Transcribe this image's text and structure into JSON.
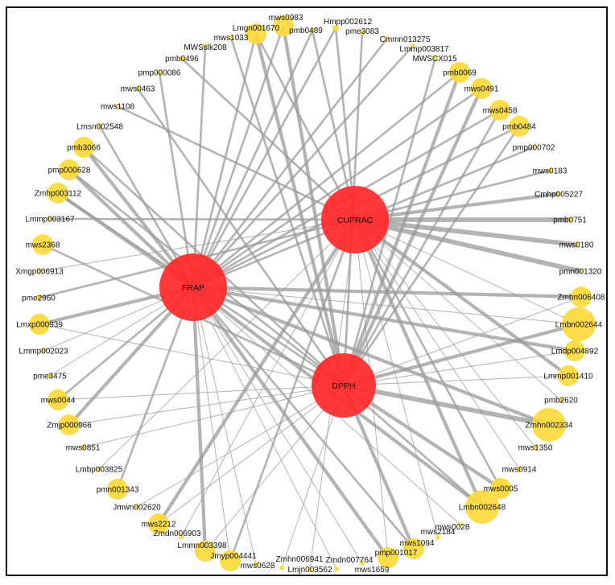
{
  "colors": {
    "hub": "#ff2a2a",
    "node": "#fcd93a",
    "edge": "#9a9a9a"
  },
  "hubs": [
    {
      "id": "CUPRAC",
      "label": "CUPRAC"
    },
    {
      "id": "FRAP",
      "label": "FRAP"
    },
    {
      "id": "DPPH",
      "label": "DPPH"
    }
  ],
  "nodes": [
    {
      "label": "mws0983",
      "links": [
        [
          "DPPH",
          3
        ],
        [
          "FRAP",
          2
        ]
      ]
    },
    {
      "label": "Lmgn001670",
      "links": [
        [
          "DPPH",
          3
        ],
        [
          "FRAP",
          2
        ],
        [
          "CUPRAC",
          2
        ]
      ]
    },
    {
      "label": "pmb0489",
      "links": [
        [
          "FRAP",
          2
        ],
        [
          "CUPRAC",
          2
        ]
      ]
    },
    {
      "label": "Hmpp002612",
      "links": [
        [
          "FRAP",
          2
        ],
        [
          "CUPRAC",
          2
        ]
      ]
    },
    {
      "label": "pme3083",
      "links": [
        [
          "DPPH",
          2
        ]
      ]
    },
    {
      "label": "Cmmn013275",
      "links": [
        [
          "FRAP",
          2
        ]
      ]
    },
    {
      "label": "Lmmp003817",
      "links": [
        [
          "FRAP",
          2
        ]
      ]
    },
    {
      "label": "MWSCX015",
      "links": [
        [
          "DPPH",
          2
        ]
      ]
    },
    {
      "label": "pmb0069",
      "links": [
        [
          "DPPH",
          3
        ],
        [
          "FRAP",
          2
        ]
      ]
    },
    {
      "label": "mws0491",
      "links": [
        [
          "DPPH",
          3
        ],
        [
          "FRAP",
          2
        ]
      ]
    },
    {
      "label": "mws0458",
      "links": [
        [
          "DPPH",
          2
        ],
        [
          "FRAP",
          2
        ]
      ]
    },
    {
      "label": "pmb0484",
      "links": [
        [
          "DPPH",
          2
        ],
        [
          "FRAP",
          2
        ]
      ]
    },
    {
      "label": "pmp000702",
      "links": [
        [
          "FRAP",
          2
        ]
      ]
    },
    {
      "label": "mws0183",
      "links": [
        [
          "CUPRAC",
          2
        ]
      ]
    },
    {
      "label": "Cmhp005227",
      "links": [
        [
          "CUPRAC",
          3
        ]
      ]
    },
    {
      "label": "pmb0751",
      "links": [
        [
          "CUPRAC",
          4
        ]
      ]
    },
    {
      "label": "mws0180",
      "links": [
        [
          "CUPRAC",
          4
        ]
      ]
    },
    {
      "label": "pmn001320",
      "links": [
        [
          "CUPRAC",
          4
        ]
      ]
    },
    {
      "label": "Zmbn006408",
      "links": [
        [
          "FRAP",
          3
        ],
        [
          "DPPH",
          1
        ]
      ]
    },
    {
      "label": "Lmbn002644",
      "links": [
        [
          "FRAP",
          1
        ],
        [
          "DPPH",
          3
        ],
        [
          "CUPRAC",
          1
        ]
      ]
    },
    {
      "label": "Lmdp004892",
      "links": [
        [
          "FRAP",
          3
        ],
        [
          "DPPH",
          1
        ]
      ]
    },
    {
      "label": "Lmmp001410",
      "links": [
        [
          "CUPRAC",
          3
        ],
        [
          "DPPH",
          1
        ]
      ]
    },
    {
      "label": "pmb2620",
      "links": [
        [
          "CUPRAC",
          1
        ]
      ]
    },
    {
      "label": "Zmhn002334",
      "links": [
        [
          "DPPH",
          4
        ],
        [
          "FRAP",
          3
        ]
      ]
    },
    {
      "label": "mws1350",
      "links": [
        [
          "CUPRAC",
          1
        ]
      ]
    },
    {
      "label": "mws0914",
      "links": [
        [
          "CUPRAC",
          1
        ]
      ]
    },
    {
      "label": "mws0005",
      "links": [
        [
          "DPPH",
          3
        ],
        [
          "CUPRAC",
          2
        ]
      ]
    },
    {
      "label": "Lmbn002648",
      "links": [
        [
          "FRAP",
          3
        ],
        [
          "CUPRAC",
          3
        ],
        [
          "DPPH",
          2
        ]
      ]
    },
    {
      "label": "mws0028",
      "links": [
        [
          "FRAP",
          1
        ]
      ]
    },
    {
      "label": "mws2184",
      "links": [
        [
          "CUPRAC",
          1
        ]
      ]
    },
    {
      "label": "mws1094",
      "links": [
        [
          "DPPH",
          3
        ],
        [
          "FRAP",
          2
        ]
      ]
    },
    {
      "label": "pmp001017",
      "links": [
        [
          "FRAP",
          3
        ],
        [
          "CUPRAC",
          1
        ]
      ]
    },
    {
      "label": "mws1659",
      "links": [
        [
          "FRAP",
          1
        ]
      ]
    },
    {
      "label": "Zmdn007764",
      "links": [
        [
          "FRAP",
          1
        ]
      ]
    },
    {
      "label": "Lmjn003562",
      "links": [
        [
          "CUPRAC",
          1
        ]
      ]
    },
    {
      "label": "Zmhn006941",
      "links": [
        [
          "DPPH",
          1
        ]
      ]
    },
    {
      "label": "mws0628",
      "links": [
        [
          "FRAP",
          1
        ]
      ]
    },
    {
      "label": "Jmyp004441",
      "links": [
        [
          "CUPRAC",
          2
        ],
        [
          "FRAP",
          1
        ]
      ]
    },
    {
      "label": "Lmmn003398",
      "links": [
        [
          "FRAP",
          3
        ],
        [
          "DPPH",
          1
        ]
      ]
    },
    {
      "label": "Zmdn006903",
      "links": [
        [
          "CUPRAC",
          1
        ]
      ]
    },
    {
      "label": "mws2212",
      "links": [
        [
          "CUPRAC",
          3
        ],
        [
          "DPPH",
          1
        ]
      ]
    },
    {
      "label": "Jmwn002620",
      "links": [
        [
          "DPPH",
          1
        ]
      ]
    },
    {
      "label": "pmn001343",
      "links": [
        [
          "FRAP",
          2
        ]
      ]
    },
    {
      "label": "Lmbp003825",
      "links": [
        [
          "CUPRAC",
          1
        ]
      ]
    },
    {
      "label": "mws0851",
      "links": [
        [
          "DPPH",
          1
        ]
      ]
    },
    {
      "label": "Zmjp000966",
      "links": [
        [
          "FRAP",
          3
        ],
        [
          "DPPH",
          1
        ]
      ]
    },
    {
      "label": "mws0044",
      "links": [
        [
          "DPPH",
          1
        ],
        [
          "FRAP",
          2
        ]
      ]
    },
    {
      "label": "pme3475",
      "links": [
        [
          "FRAP",
          1
        ]
      ]
    },
    {
      "label": "Lmmp002023",
      "links": [
        [
          "FRAP",
          1
        ]
      ]
    },
    {
      "label": "Lmxp000939",
      "links": [
        [
          "FRAP",
          3
        ],
        [
          "DPPH",
          1
        ]
      ]
    },
    {
      "label": "pme2960",
      "links": [
        [
          "CUPRAC",
          2
        ]
      ]
    },
    {
      "label": "Xmgp006913",
      "links": [
        [
          "CUPRAC",
          1
        ]
      ]
    },
    {
      "label": "mws2368",
      "links": [
        [
          "DPPH",
          2
        ]
      ]
    },
    {
      "label": "Lmmp003167",
      "links": [
        [
          "CUPRAC",
          2
        ]
      ]
    },
    {
      "label": "Zmhp003112",
      "links": [
        [
          "FRAP",
          3
        ],
        [
          "DPPH",
          2
        ]
      ]
    },
    {
      "label": "pmp000628",
      "links": [
        [
          "FRAP",
          3
        ],
        [
          "DPPH",
          2
        ]
      ]
    },
    {
      "label": "pmb3066",
      "links": [
        [
          "FRAP",
          3
        ],
        [
          "DPPH",
          2
        ]
      ]
    },
    {
      "label": "Lmsn002548",
      "links": [
        [
          "FRAP",
          2
        ]
      ]
    },
    {
      "label": "mws1108",
      "links": [
        [
          "CUPRAC",
          2
        ]
      ]
    },
    {
      "label": "mws0463",
      "links": [
        [
          "DPPH",
          2
        ]
      ]
    },
    {
      "label": "pmp000086",
      "links": [
        [
          "FRAP",
          2
        ]
      ]
    },
    {
      "label": "pmb0496",
      "links": [
        [
          "CUPRAC",
          2
        ]
      ]
    },
    {
      "label": "MWSslk208",
      "links": [
        [
          "FRAP",
          2
        ]
      ]
    },
    {
      "label": "mws1033",
      "links": [
        [
          "DPPH",
          2
        ]
      ]
    }
  ]
}
